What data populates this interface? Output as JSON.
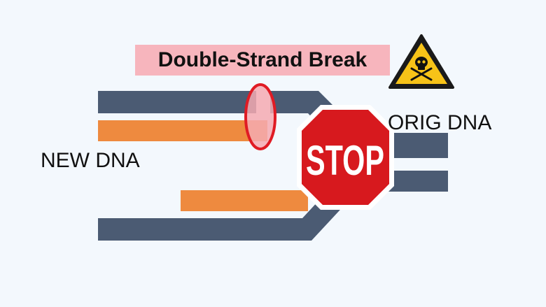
{
  "labels": {
    "break": "Double-Strand Break",
    "original": "ORIG DNA",
    "new": "NEW DNA",
    "stop": "STOP"
  },
  "icons": {
    "hazard": "skull-crossbones-warning-icon"
  },
  "colors": {
    "background": "#f3f8fd",
    "template_strand": "#4b5b73",
    "new_strand": "#ee8a3f",
    "break_banner": "#f7b5bd",
    "break_marker": "#e01b24",
    "stop_sign": "#d7191e",
    "warning_sign": "#f7c318"
  }
}
